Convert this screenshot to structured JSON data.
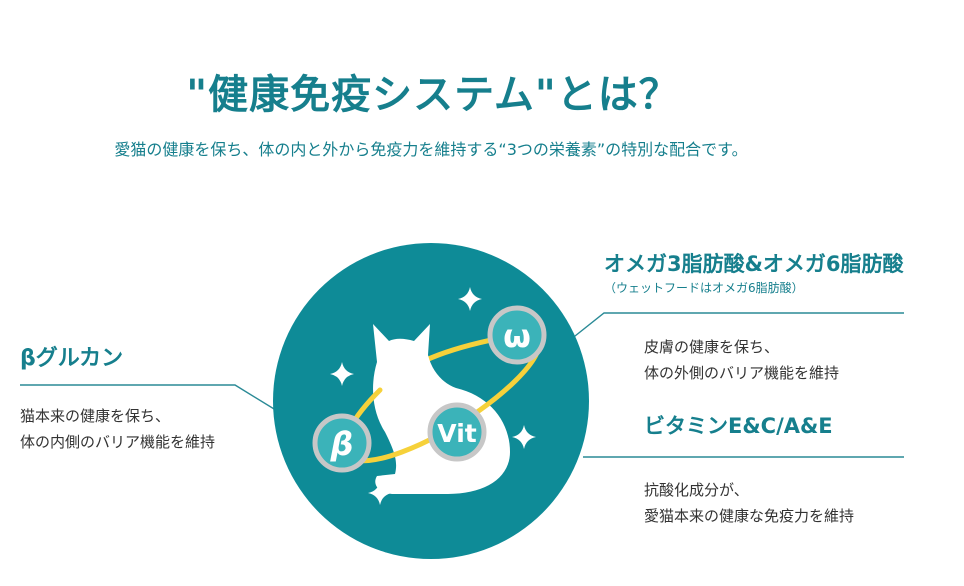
{
  "header": {
    "title": "\"健康免疫システム\"とは？",
    "subtitle": "愛猫の健康を保ち、体の内と外から免疫力を維持する“3つの栄養素”の特別な配合です。"
  },
  "diagram": {
    "badges": {
      "omega": "ω",
      "beta": "β",
      "vit": "Vit"
    }
  },
  "nutrients": {
    "beta_glucan": {
      "title": "βグルカン",
      "lines": [
        "猫本来の健康を保ち、",
        "体の内側のバリア機能を維持"
      ]
    },
    "omega": {
      "title": "オメガ3脂肪酸&オメガ6脂肪酸",
      "note": "（ウェットフードはオメガ6脂肪酸）",
      "lines": [
        "皮膚の健康を保ち、",
        "体の外側のバリア機能を維持"
      ]
    },
    "vitamin": {
      "title": "ビタミンE&C/A&E",
      "lines": [
        "抗酸化成分が、",
        "愛猫本来の健康な免疫力を維持"
      ]
    }
  },
  "colors": {
    "teal_circle": "#0e8b97",
    "teal_text": "#167f8d",
    "badge_fill": "#3bb3b9",
    "badge_ring": "#c7c7c7",
    "orbit": "#f6d13a",
    "line": "#2a8a96"
  }
}
